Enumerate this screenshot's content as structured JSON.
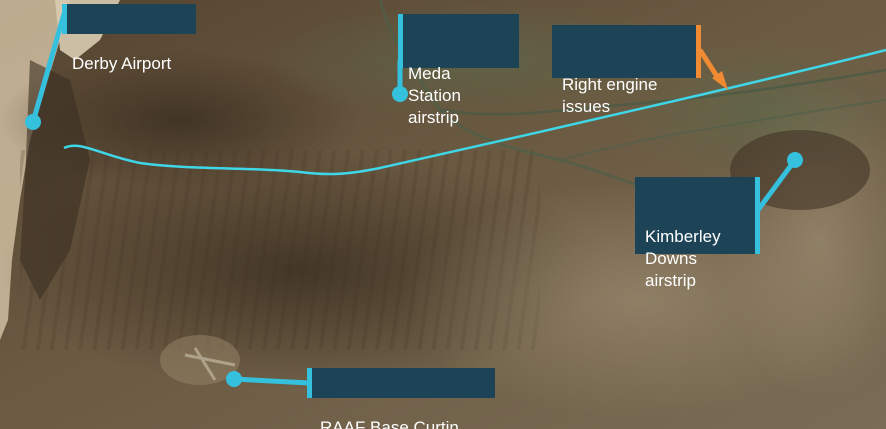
{
  "map": {
    "colors": {
      "label_bg": "#1d4356",
      "label_text": "#ffffff",
      "leader_cyan": "#35c0dd",
      "leader_orange": "#f08a33",
      "flight_path": "#3fd6e8"
    },
    "labels": {
      "derby_airport": "Derby Airport",
      "meda_station": "Meda Station\nairstrip",
      "right_engine": "Right engine\nissues",
      "kimberley_downs": "Kimberley\nDowns\nairstrip",
      "raaf_curtin": "RAAF Base Curtin"
    },
    "icons": {
      "location_marker": "cyan-dot-marker",
      "event_pointer": "orange-arrow"
    }
  }
}
